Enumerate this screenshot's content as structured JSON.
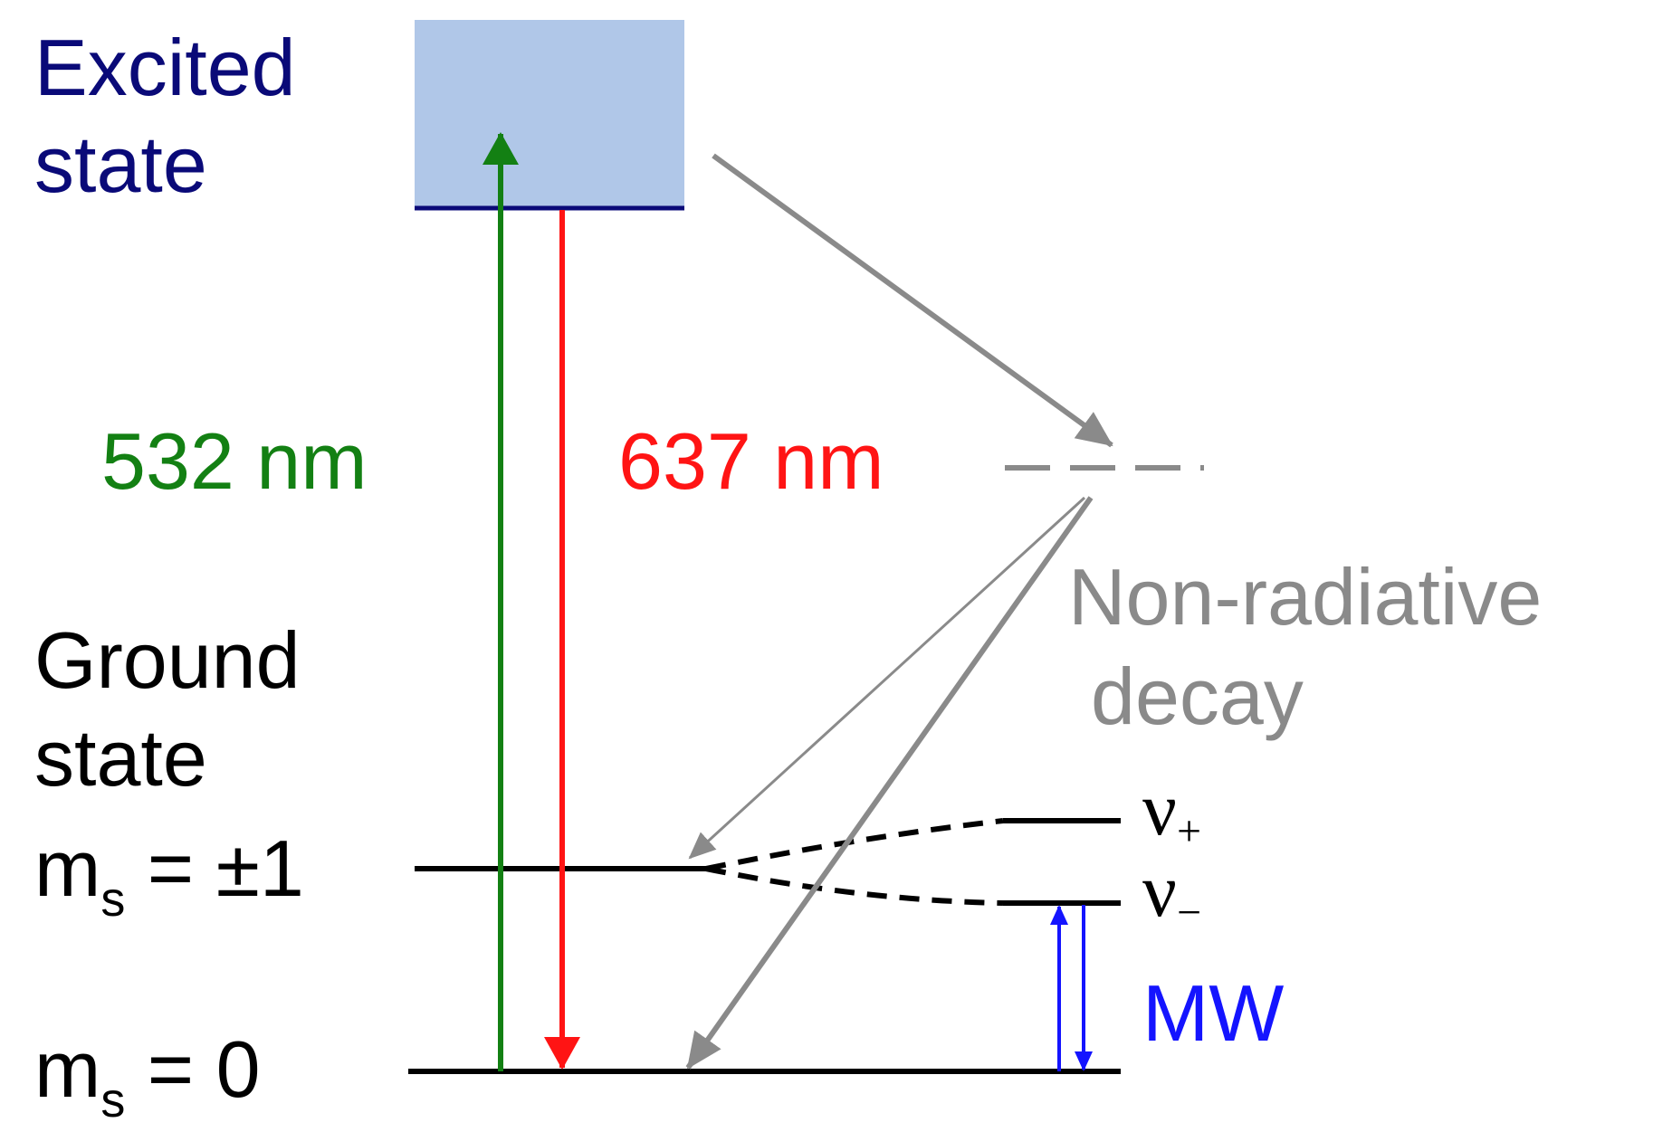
{
  "labels": {
    "excited_line1": "Excited",
    "excited_line2": "state",
    "ground_line1": "Ground",
    "ground_line2": "state",
    "ms_pm1_m": "m",
    "ms_pm1_sub": "s",
    "ms_pm1_rest": " = ±1",
    "ms_0_m": "m",
    "ms_0_sub": "s",
    "ms_0_rest": " = 0",
    "green_wavelength": "532 nm",
    "red_wavelength": "637 nm",
    "nonrad_line1": "Non-radiative",
    "nonrad_line2": "decay",
    "nu_symbol": "ν",
    "nu_plus_sub": "+",
    "nu_minus_sub": "−",
    "mw": "MW"
  },
  "colors": {
    "excited_fill": "#b0c7e8",
    "excited_text": "#0a0a78",
    "excitation_arrow": "#138013",
    "emission_arrow": "#ff1414",
    "nonradiative": "#8a8a8a",
    "microwave": "#1414ff",
    "levels": "#000000"
  }
}
